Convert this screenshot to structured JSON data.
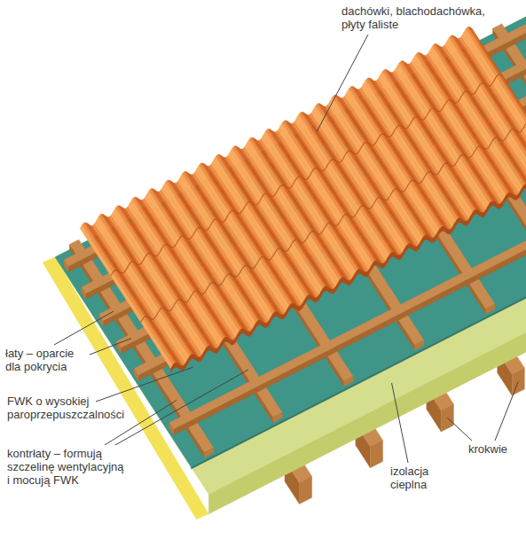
{
  "diagram": {
    "labels": [
      "dachówki, blachodachówka, płyty faliste",
      "łaty – oparcie dla pokrycia",
      "FWK o wysokiej paroprzepuszczalności",
      "kontrłaty – formują szczelinę wentylacyjną i mocują FWK",
      "krokwie",
      "izolacja cieplna"
    ]
  }
}
